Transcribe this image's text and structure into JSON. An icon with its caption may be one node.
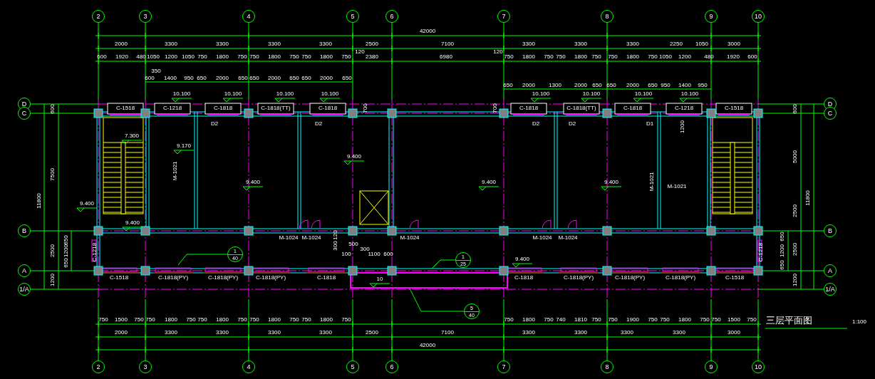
{
  "diagram": {
    "title": "三层平面图",
    "nodes": [
      {
        "text": [
          "2"
        ]
      },
      {
        "text": [
          "3"
        ]
      },
      {
        "text": [
          "4"
        ]
      },
      {
        "text": [
          "5"
        ]
      },
      {
        "text": [
          "6"
        ]
      },
      {
        "text": [
          "7"
        ]
      },
      {
        "text": [
          "8"
        ]
      },
      {
        "text": [
          "9"
        ]
      },
      {
        "text": [
          "10"
        ]
      },
      {
        "text": [
          "2"
        ]
      },
      {
        "text": [
          "3"
        ]
      },
      {
        "text": [
          "4"
        ]
      },
      {
        "text": [
          "5"
        ]
      },
      {
        "text": [
          "6"
        ]
      },
      {
        "text": [
          "7"
        ]
      },
      {
        "text": [
          "8"
        ]
      },
      {
        "text": [
          "9"
        ]
      },
      {
        "text": [
          "10"
        ]
      },
      {
        "text": [
          "D"
        ]
      },
      {
        "text": [
          "C"
        ]
      },
      {
        "text": [
          "B"
        ]
      },
      {
        "text": [
          "A"
        ]
      },
      {
        "text": [
          "1/A"
        ]
      },
      {
        "text": [
          "D"
        ]
      },
      {
        "text": [
          "C"
        ]
      },
      {
        "text": [
          "B"
        ]
      },
      {
        "text": [
          "A"
        ]
      },
      {
        "text": [
          "1/A"
        ]
      },
      {
        "text": [
          "1",
          "40"
        ]
      },
      {
        "text": [
          "1",
          "25"
        ]
      },
      {
        "text": [
          "5",
          "40"
        ]
      }
    ],
    "edges": [
      {
        "from": 28,
        "to": null,
        "arrow": "none"
      },
      {
        "from": 29,
        "to": null,
        "arrow": "none"
      },
      {
        "from": 30,
        "to": null,
        "arrow": "none"
      }
    ],
    "labels": [
      "42000",
      "2000",
      "3300",
      "3300",
      "3300",
      "3300",
      "2500",
      "7100",
      "3300",
      "3300",
      "3300",
      "2250",
      "1050",
      "3000",
      "600",
      "1920",
      "480",
      "1050",
      "1200",
      "1050",
      "750",
      "1800",
      "750",
      "750",
      "1800",
      "750",
      "750",
      "1800",
      "750",
      "2380",
      "6980",
      "750",
      "1800",
      "750",
      "750",
      "1800",
      "750",
      "750",
      "1800",
      "750",
      "1050",
      "1200",
      "480",
      "1920",
      "600",
      "120",
      "120",
      "350",
      "600",
      "1400",
      "950",
      "650",
      "2000",
      "650",
      "650",
      "2000",
      "650",
      "650",
      "2000",
      "650",
      "650",
      "2000",
      "1300",
      "2000",
      "650",
      "650",
      "2000",
      "650",
      "950",
      "1400",
      "950",
      "10.100",
      "10.100",
      "10.100",
      "10.100",
      "10.100",
      "10.100",
      "10.100",
      "10.100",
      "700",
      "700",
      "1200",
      "C-1518",
      "C-1218",
      "C-1818",
      "C-1818(TT)",
      "C-1818",
      "C-1818",
      "C-1818(TT)",
      "C-1818",
      "C-1218",
      "C-1518",
      "D2",
      "D2",
      "D2",
      "D2",
      "D1",
      "7.300",
      "9.170",
      "9.400",
      "9.400",
      "9.400",
      "9.400",
      "9.400",
      "9.400",
      "9.400",
      "10",
      "M-1021",
      "M-1024",
      "M-1024",
      "M-1024",
      "M-1024",
      "M-1024",
      "M-1021",
      "M-1021",
      "600",
      "7500",
      "11800",
      "2500",
      "650",
      "1200",
      "650",
      "1200",
      "600",
      "5000",
      "11800",
      "2500",
      "2500",
      "650",
      "1200",
      "650",
      "1200",
      "300",
      "120",
      "500",
      "300",
      "100",
      "1100",
      "600",
      "C-1518",
      "C-1818(PY)",
      "C-1818(PY)",
      "C-1818(PY)",
      "C-1818",
      "C-1818",
      "C-1818(PY)",
      "C-1818(PY)",
      "C-1818(PY)",
      "C-1518",
      "C-1218",
      "C-1218",
      "750",
      "1500",
      "750",
      "750",
      "1800",
      "750",
      "750",
      "1800",
      "750",
      "750",
      "1800",
      "750",
      "750",
      "1800",
      "750",
      "750",
      "1800",
      "750",
      "740",
      "1810",
      "750",
      "750",
      "1900",
      "750",
      "750",
      "1800",
      "750",
      "750",
      "1500",
      "750",
      "2000",
      "3300",
      "3300",
      "3300",
      "3300",
      "2500",
      "7100",
      "3300",
      "3300",
      "3300",
      "3300",
      "3000",
      "42000",
      "1:100"
    ]
  }
}
